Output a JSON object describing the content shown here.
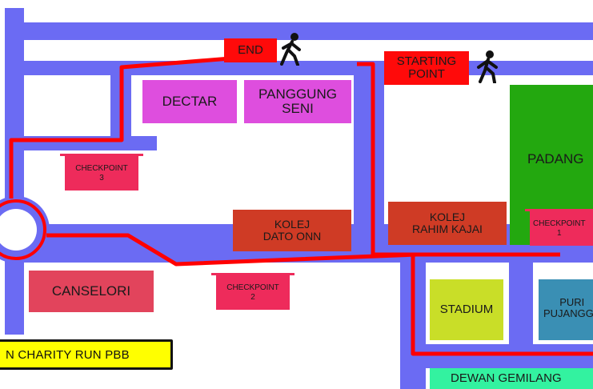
{
  "map": {
    "colors": {
      "road": "#6b6bf3",
      "route": "#ff0000"
    },
    "markers": {
      "end": {
        "label": "END",
        "icon": "walking-person-icon"
      },
      "start": {
        "label": "STARTING\nPOINT",
        "icon": "walking-person-icon"
      }
    },
    "buildings": {
      "dectar": "DECTAR",
      "panggung_seni": "PANGGUNG\nSENI",
      "padang": "PADANG",
      "kolej_dato_onn": "KOLEJ\nDATO ONN",
      "kolej_rahim_kajai": "KOLEJ\nRAHIM KAJAI",
      "canselori": "CANSELORI",
      "stadium": "STADIUM",
      "puri_pujangga": "PURI\nPUJANGGA",
      "dewan_gemilang": "DEWAN GEMILANG"
    },
    "checkpoints": [
      {
        "label": "CHECKPOINT\n1"
      },
      {
        "label": "CHECKPOINT\n2"
      },
      {
        "label": "CHECKPOINT\n3"
      }
    ],
    "banner": "N CHARITY RUN PBB"
  }
}
